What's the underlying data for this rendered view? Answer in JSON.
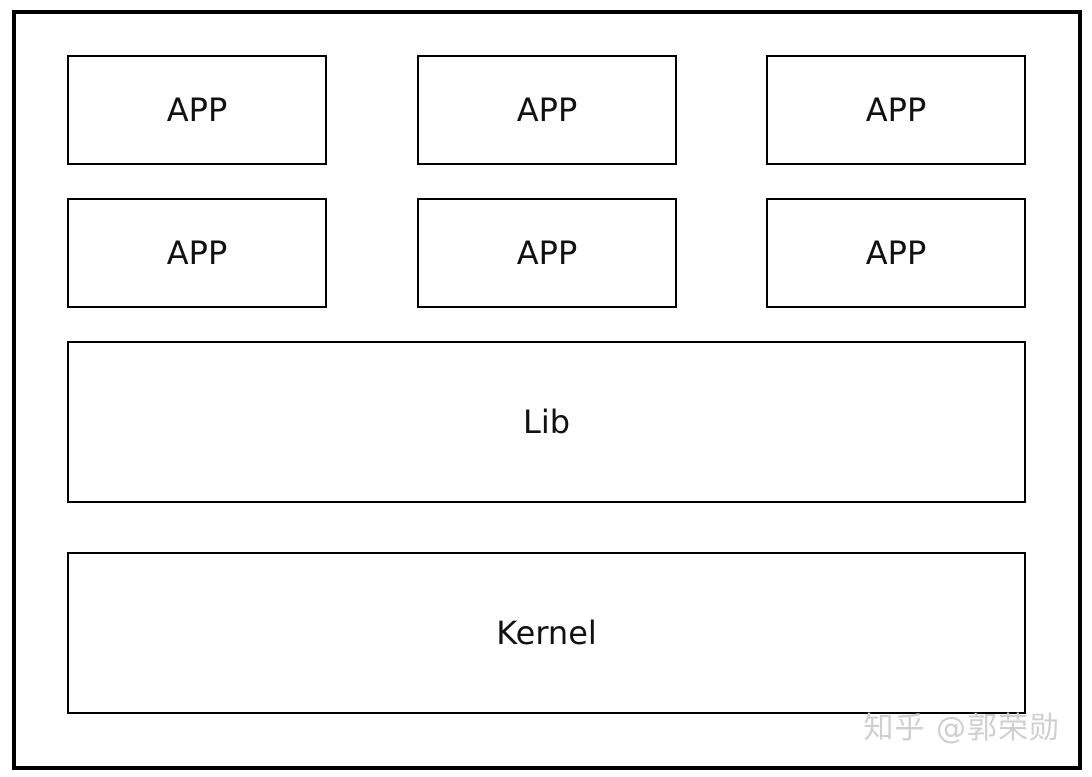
{
  "diagram": {
    "apps": [
      {
        "label": "APP"
      },
      {
        "label": "APP"
      },
      {
        "label": "APP"
      },
      {
        "label": "APP"
      },
      {
        "label": "APP"
      },
      {
        "label": "APP"
      }
    ],
    "lib": {
      "label": "Lib"
    },
    "kernel": {
      "label": "Kernel"
    },
    "colors": {
      "border": "#000000",
      "text": "#111111",
      "watermark": "#cfcfcf"
    }
  },
  "watermark": {
    "text": "知乎 @郭荣勋"
  }
}
